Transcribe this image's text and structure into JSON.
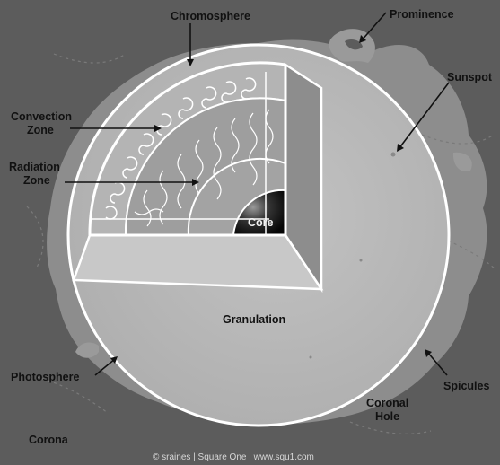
{
  "labels": {
    "chromosphere": "Chromosphere",
    "prominence": "Prominence",
    "sunspot": "Sunspot",
    "convection_zone": [
      "Convection",
      "Zone"
    ],
    "radiation_zone": [
      "Radiation",
      "Zone"
    ],
    "core": "Core",
    "granulation": "Granulation",
    "photosphere": "Photosphere",
    "spicules": "Spicules",
    "coronal_hole": [
      "Coronal",
      "Hole"
    ],
    "corona": "Corona"
  },
  "credit": "© sraines | Square One | www.squ1.com",
  "colors": {
    "background": "#5c5c5c",
    "corona_glow": "#8e8e8e",
    "sphere_surface": "#b9b9b9",
    "outline": "#ffffff",
    "core_light": "#8a8a8a",
    "core_dark": "#0a0a0a"
  }
}
